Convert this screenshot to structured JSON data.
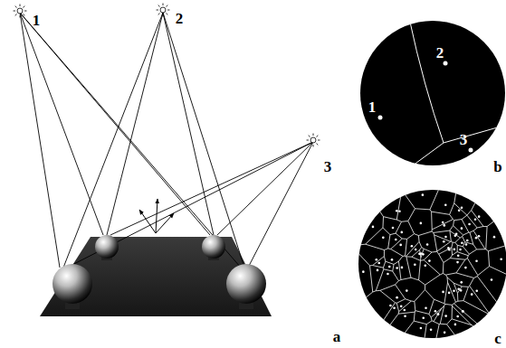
{
  "diagram": {
    "labels": [
      "1",
      "2",
      "3",
      "a",
      "2",
      "1",
      "3",
      "b",
      "c"
    ]
  }
}
